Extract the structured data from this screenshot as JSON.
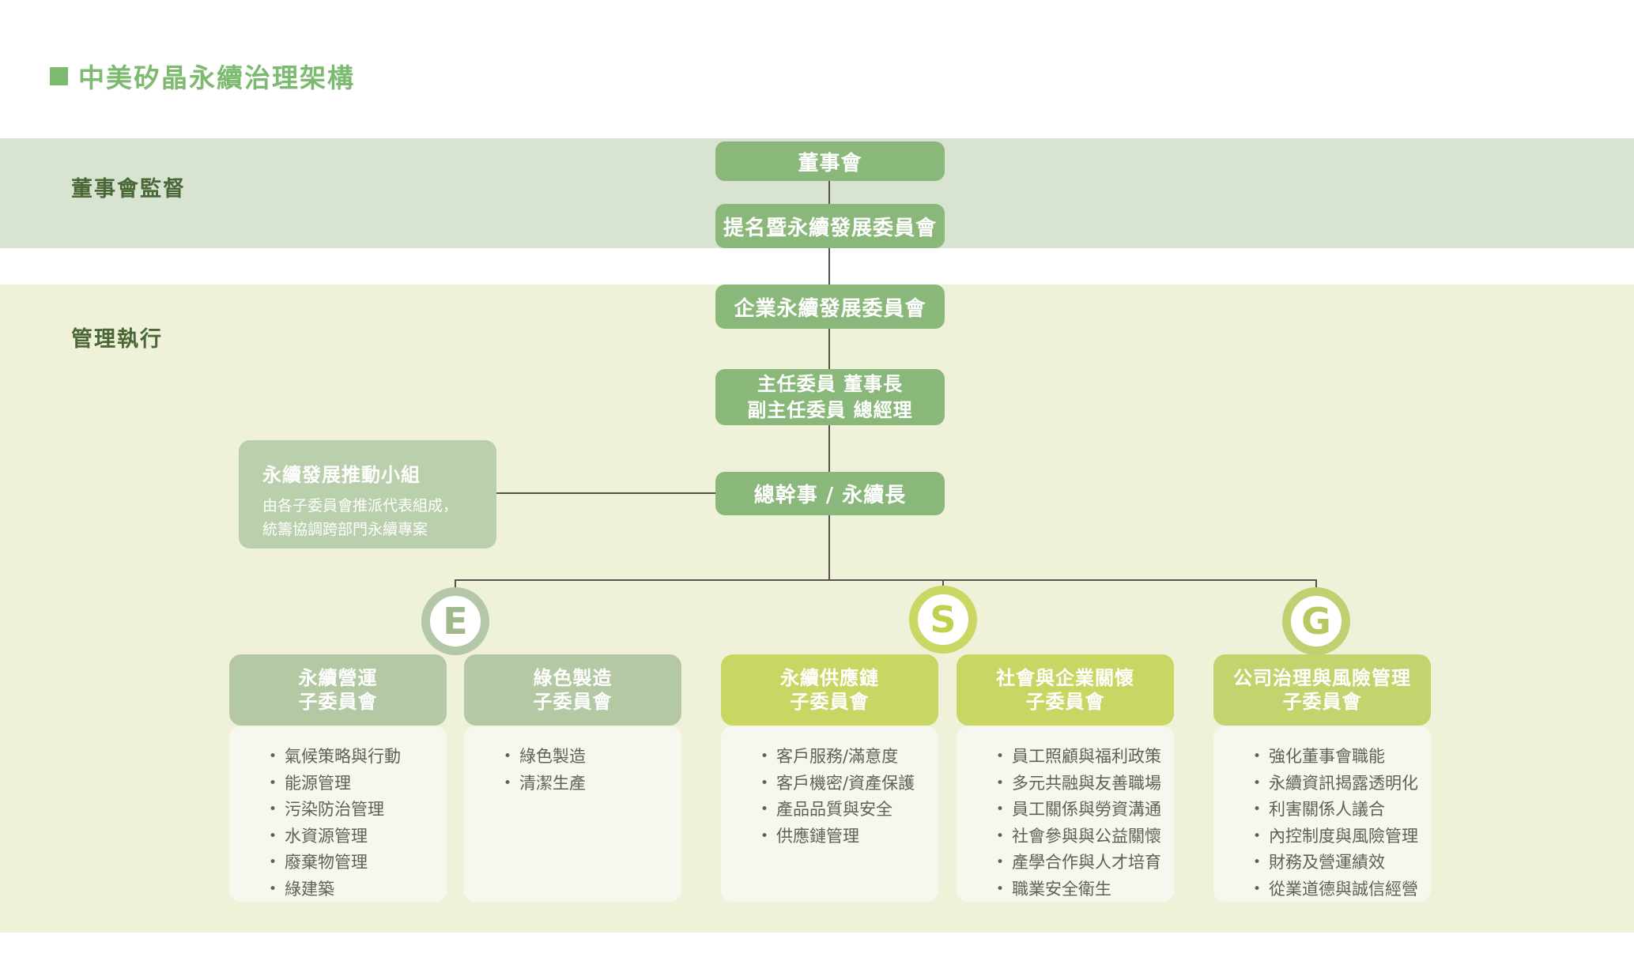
{
  "title": "中美矽晶永續治理架構",
  "bands": [
    {
      "label": "董事會監督"
    },
    {
      "label": "管理執行"
    }
  ],
  "org_nodes": {
    "board": "董事會",
    "nomination_committee": "提名暨永續發展委員會",
    "csd_committee": "企業永續發展委員會",
    "chair_line1": "主任委員 董事長",
    "chair_line2": "副主任委員 總經理",
    "secretary": "總幹事 / 永續長"
  },
  "task_force": {
    "title": "永續發展推動小組",
    "desc_lines": [
      "由各子委員會推派代表組成，",
      "統籌協調跨部門永續專案"
    ]
  },
  "esg_circles": [
    {
      "letter": "E"
    },
    {
      "letter": "S"
    },
    {
      "letter": "G"
    }
  ],
  "committees": [
    {
      "group": "E",
      "title_lines": [
        "永續營運",
        "子委員會"
      ],
      "items": [
        "氣候策略與行動",
        "能源管理",
        "污染防治管理",
        "水資源管理",
        "廢棄物管理",
        "綠建築"
      ]
    },
    {
      "group": "E",
      "title_lines": [
        "綠色製造",
        "子委員會"
      ],
      "items": [
        "綠色製造",
        "清潔生產"
      ]
    },
    {
      "group": "S",
      "title_lines": [
        "永續供應鏈",
        "子委員會"
      ],
      "items": [
        "客戶服務/滿意度",
        "客戶機密/資產保護",
        "產品品質與安全",
        "供應鏈管理"
      ]
    },
    {
      "group": "S",
      "title_lines": [
        "社會與企業關懷",
        "子委員會"
      ],
      "items": [
        "員工照顧與福利政策",
        "多元共融與友善職場",
        "員工關係與勞資溝通",
        "社會參與與公益關懷",
        "產學合作與人才培育",
        "職業安全衛生"
      ]
    },
    {
      "group": "G",
      "title_lines": [
        "公司治理與風險管理",
        "子委員會"
      ],
      "items": [
        "強化董事會職能",
        "永續資訊揭露透明化",
        "利害關係人議合",
        "內控制度與風險管理",
        "財務及營運績效",
        "從業道德與誠信經營"
      ]
    }
  ],
  "colors": {
    "title_green": "#7cba6f",
    "band_board_bg": "#d9e3d2",
    "band_management_bg": "#eff2d9",
    "band_label_text": "#4a6837",
    "node_green": "#8ab87b",
    "task_force_green": "#bacfab",
    "committee_header_sage": "#b4c8a4",
    "committee_header_lime": "#c9d664",
    "committee_header_lime_g": "#c4d36e",
    "committee_body_bg": "#f6f7ef",
    "bullet_text": "#5e6156",
    "connector_line": "#56524e",
    "ring_e": "#b4c7a6",
    "ring_s": "#cad763",
    "ring_g": "#c0d171"
  }
}
